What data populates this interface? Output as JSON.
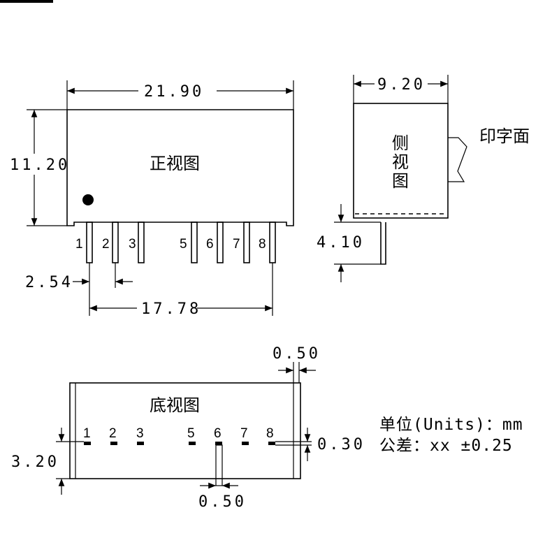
{
  "front_view": {
    "title": "正视图",
    "width": "21.90",
    "height": "11.20",
    "pitch": "2.54",
    "pin_span": "17.78",
    "pins": [
      "1",
      "2",
      "3",
      "5",
      "6",
      "7",
      "8"
    ]
  },
  "side_view": {
    "title_chars": [
      "侧",
      "视",
      "图"
    ],
    "width": "9.20",
    "pin_length": "4.10",
    "print_face_label": "印字面"
  },
  "bottom_view": {
    "title": "底视图",
    "pin_width_top": "0.50",
    "pin_width_bottom": "0.50",
    "pin_thickness": "0.30",
    "pin_offset": "3.20",
    "pins": [
      "1",
      "2",
      "3",
      "5",
      "6",
      "7",
      "8"
    ]
  },
  "notes": {
    "units": "单位(Units)：mm",
    "tolerance": "公差：xx ±0.25"
  }
}
